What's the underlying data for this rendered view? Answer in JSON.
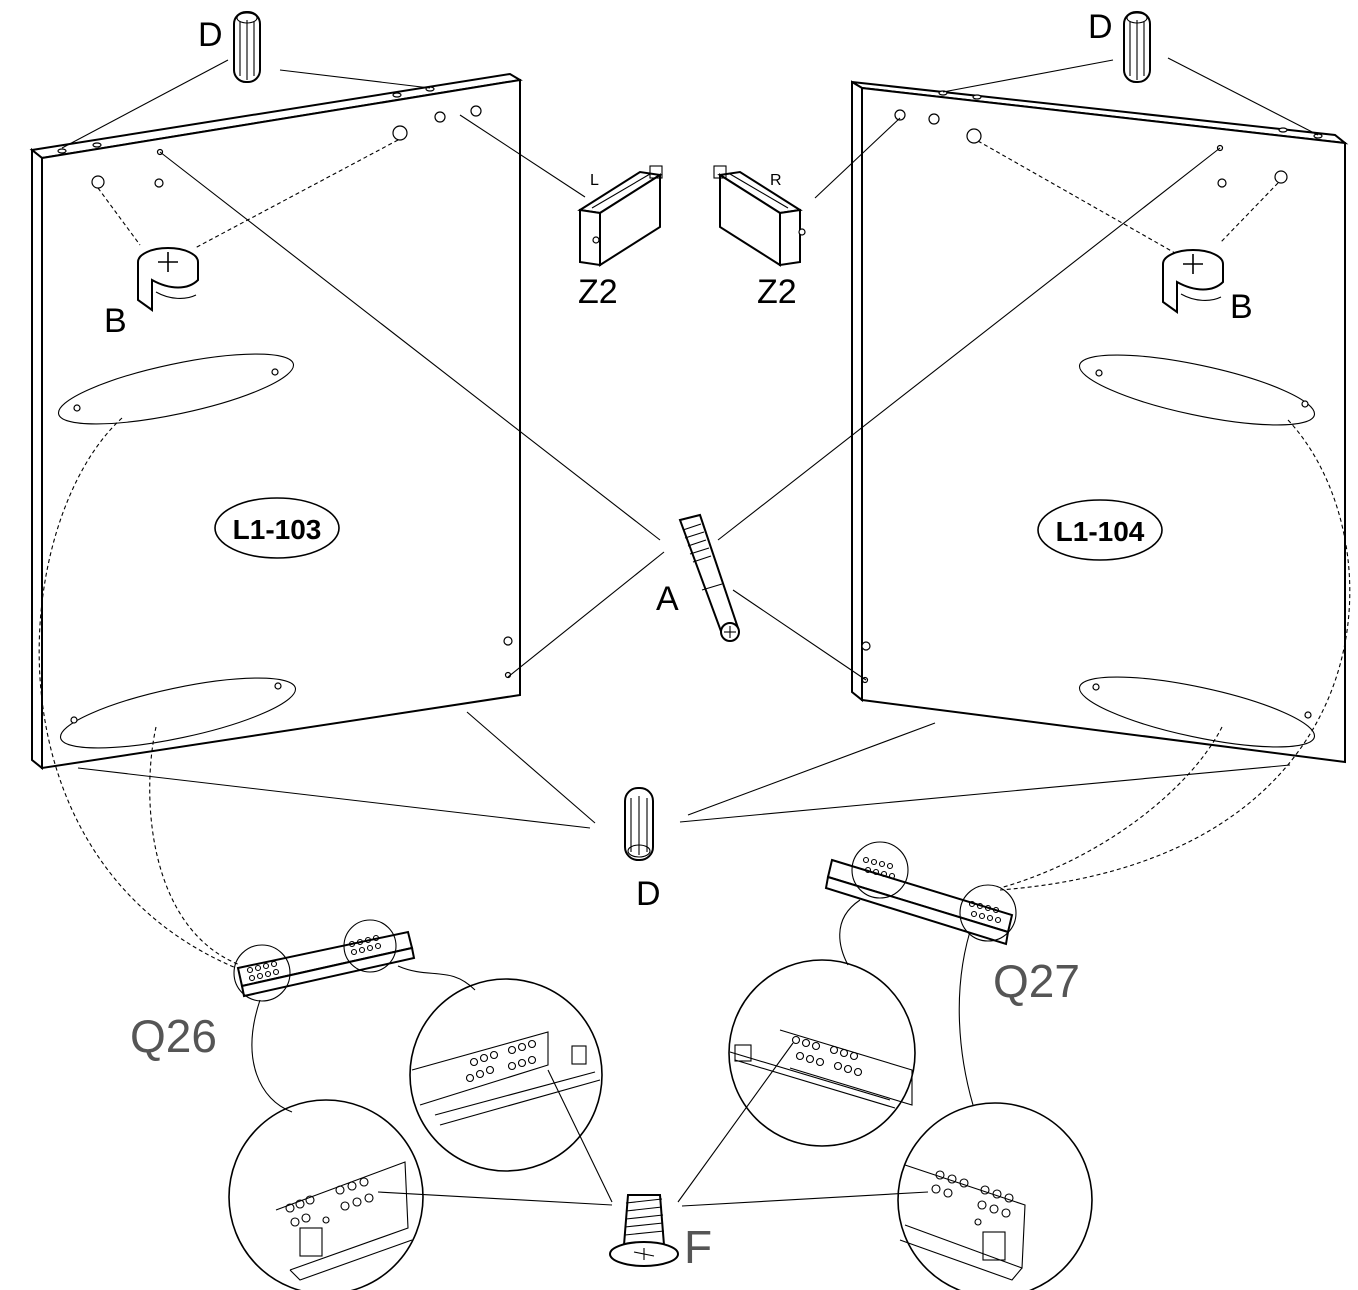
{
  "panels": {
    "left": {
      "id": "L1-103"
    },
    "right": {
      "id": "L1-104"
    }
  },
  "parts": {
    "dowel_top_left": "D",
    "dowel_top_right": "D",
    "dowel_bottom": "D",
    "cam_lock_left": "B",
    "cam_lock_right": "B",
    "cam_bolt": "A",
    "hinge_left_code": "Z2",
    "hinge_left_side": "L",
    "hinge_right_code": "Z2",
    "hinge_right_side": "R",
    "runner_left": "Q26",
    "runner_right": "Q27",
    "screw": "F"
  }
}
